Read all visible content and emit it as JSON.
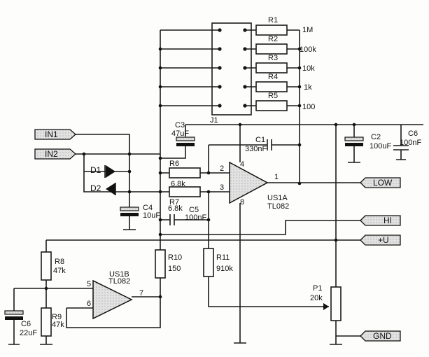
{
  "connector": {
    "label": "J1"
  },
  "resistor_bank": [
    {
      "ref": "R1",
      "value": "1M"
    },
    {
      "ref": "R2",
      "value": "100k"
    },
    {
      "ref": "R3",
      "value": "10k"
    },
    {
      "ref": "R4",
      "value": "1k"
    },
    {
      "ref": "R5",
      "value": "100"
    }
  ],
  "ports": {
    "in1": "IN1",
    "in2": "IN2",
    "low": "LOW",
    "hi": "HI",
    "plus_u": "+U",
    "gnd": "GND"
  },
  "components": {
    "c3": {
      "ref": "C3",
      "value": "47uF"
    },
    "c1": {
      "ref": "C1",
      "value": "330nF"
    },
    "c2": {
      "ref": "C2",
      "value": "100uF"
    },
    "c6_top": {
      "ref": "C6",
      "value": "100nF"
    },
    "d1": "D1",
    "d2": "D2",
    "r6": {
      "ref": "R6",
      "value": "6.8k"
    },
    "r7": {
      "ref": "R7",
      "value": "6.8k"
    },
    "c4": {
      "ref": "C4",
      "value": "10uF"
    },
    "c5": {
      "ref": "C5",
      "value": "100nF"
    },
    "us1a": {
      "ref": "US1A",
      "part": "TL082",
      "pin_inv": "2",
      "pin_noninv": "3",
      "pin_vplus": "4",
      "pin_out": "1",
      "pin_gnd": "8"
    },
    "r8": {
      "ref": "R8",
      "value": "47k"
    },
    "r9": {
      "ref": "R9",
      "value": "47k"
    },
    "r10": {
      "ref": "R10",
      "value": "150"
    },
    "r11": {
      "ref": "R11",
      "value": "910k"
    },
    "us1b": {
      "ref": "US1B",
      "part": "TL082",
      "pin_plus": "5",
      "pin_minus": "6",
      "pin_out": "7"
    },
    "p1": {
      "ref": "P1",
      "value": "20k"
    },
    "c6_bottom": {
      "ref": "C6",
      "value": "22uF"
    }
  }
}
